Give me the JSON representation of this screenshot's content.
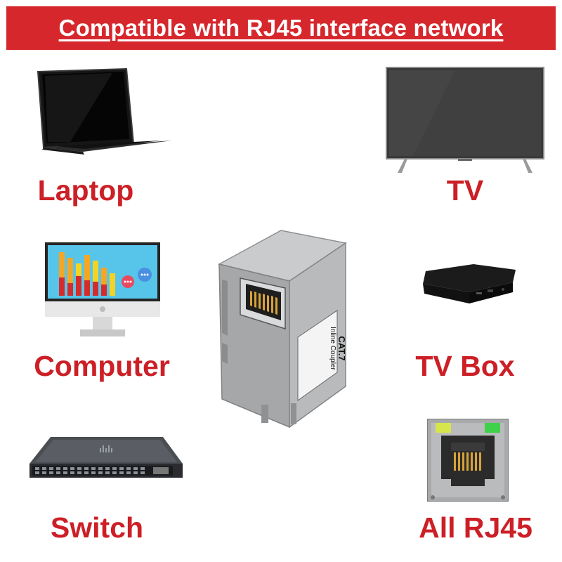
{
  "banner": {
    "title": "Compatible with RJ45 interface network"
  },
  "devices": {
    "laptop": {
      "label": "Laptop",
      "icon": "laptop-icon"
    },
    "tv": {
      "label": "TV",
      "icon": "tv-icon"
    },
    "computer": {
      "label": "Computer",
      "icon": "desktop-computer-icon"
    },
    "tvbox": {
      "label": "TV Box",
      "icon": "tv-box-icon"
    },
    "switch": {
      "label": "Switch",
      "icon": "network-switch-icon"
    },
    "rj45": {
      "label": "All RJ45",
      "icon": "rj45-port-icon"
    }
  },
  "coupler": {
    "label_line1": "CAT.7",
    "label_line2": "Inline Coupler"
  },
  "colors": {
    "banner": "#d6272c",
    "label_red": "#cc1f26"
  }
}
